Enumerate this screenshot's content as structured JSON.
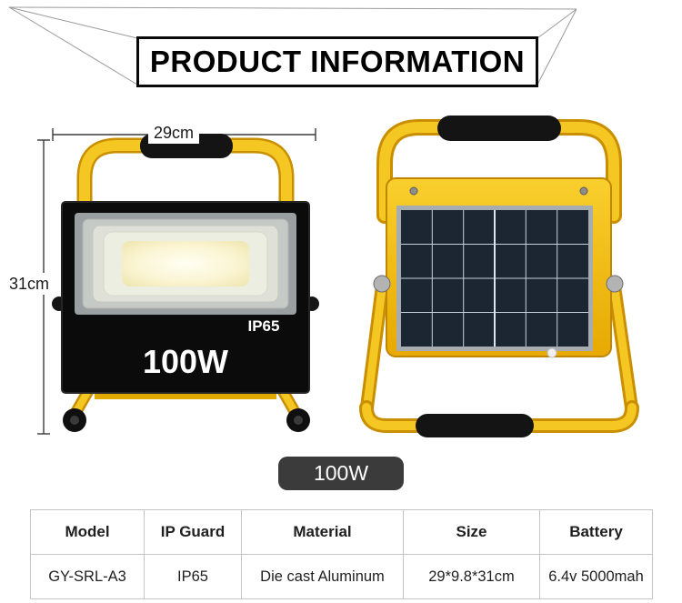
{
  "header": {
    "title": "PRODUCT INFORMATION"
  },
  "dimensions": {
    "width": "29cm",
    "height": "31cm"
  },
  "front_view": {
    "ip_rating": "IP65",
    "wattage": "100W"
  },
  "badge": {
    "wattage": "100W"
  },
  "spec_table": {
    "headers": [
      "Model",
      "IP Guard",
      "Material",
      "Size",
      "Battery"
    ],
    "row": [
      "GY-SRL-A3",
      "IP65",
      "Die cast Aluminum",
      "29*9.8*31cm",
      "6.4v 5000mah"
    ]
  },
  "colors": {
    "accent_yellow": "#F5C722",
    "body_black": "#0b0b0b",
    "badge_gray": "#3b3b3b",
    "solar_panel_navy": "#1C2633"
  }
}
